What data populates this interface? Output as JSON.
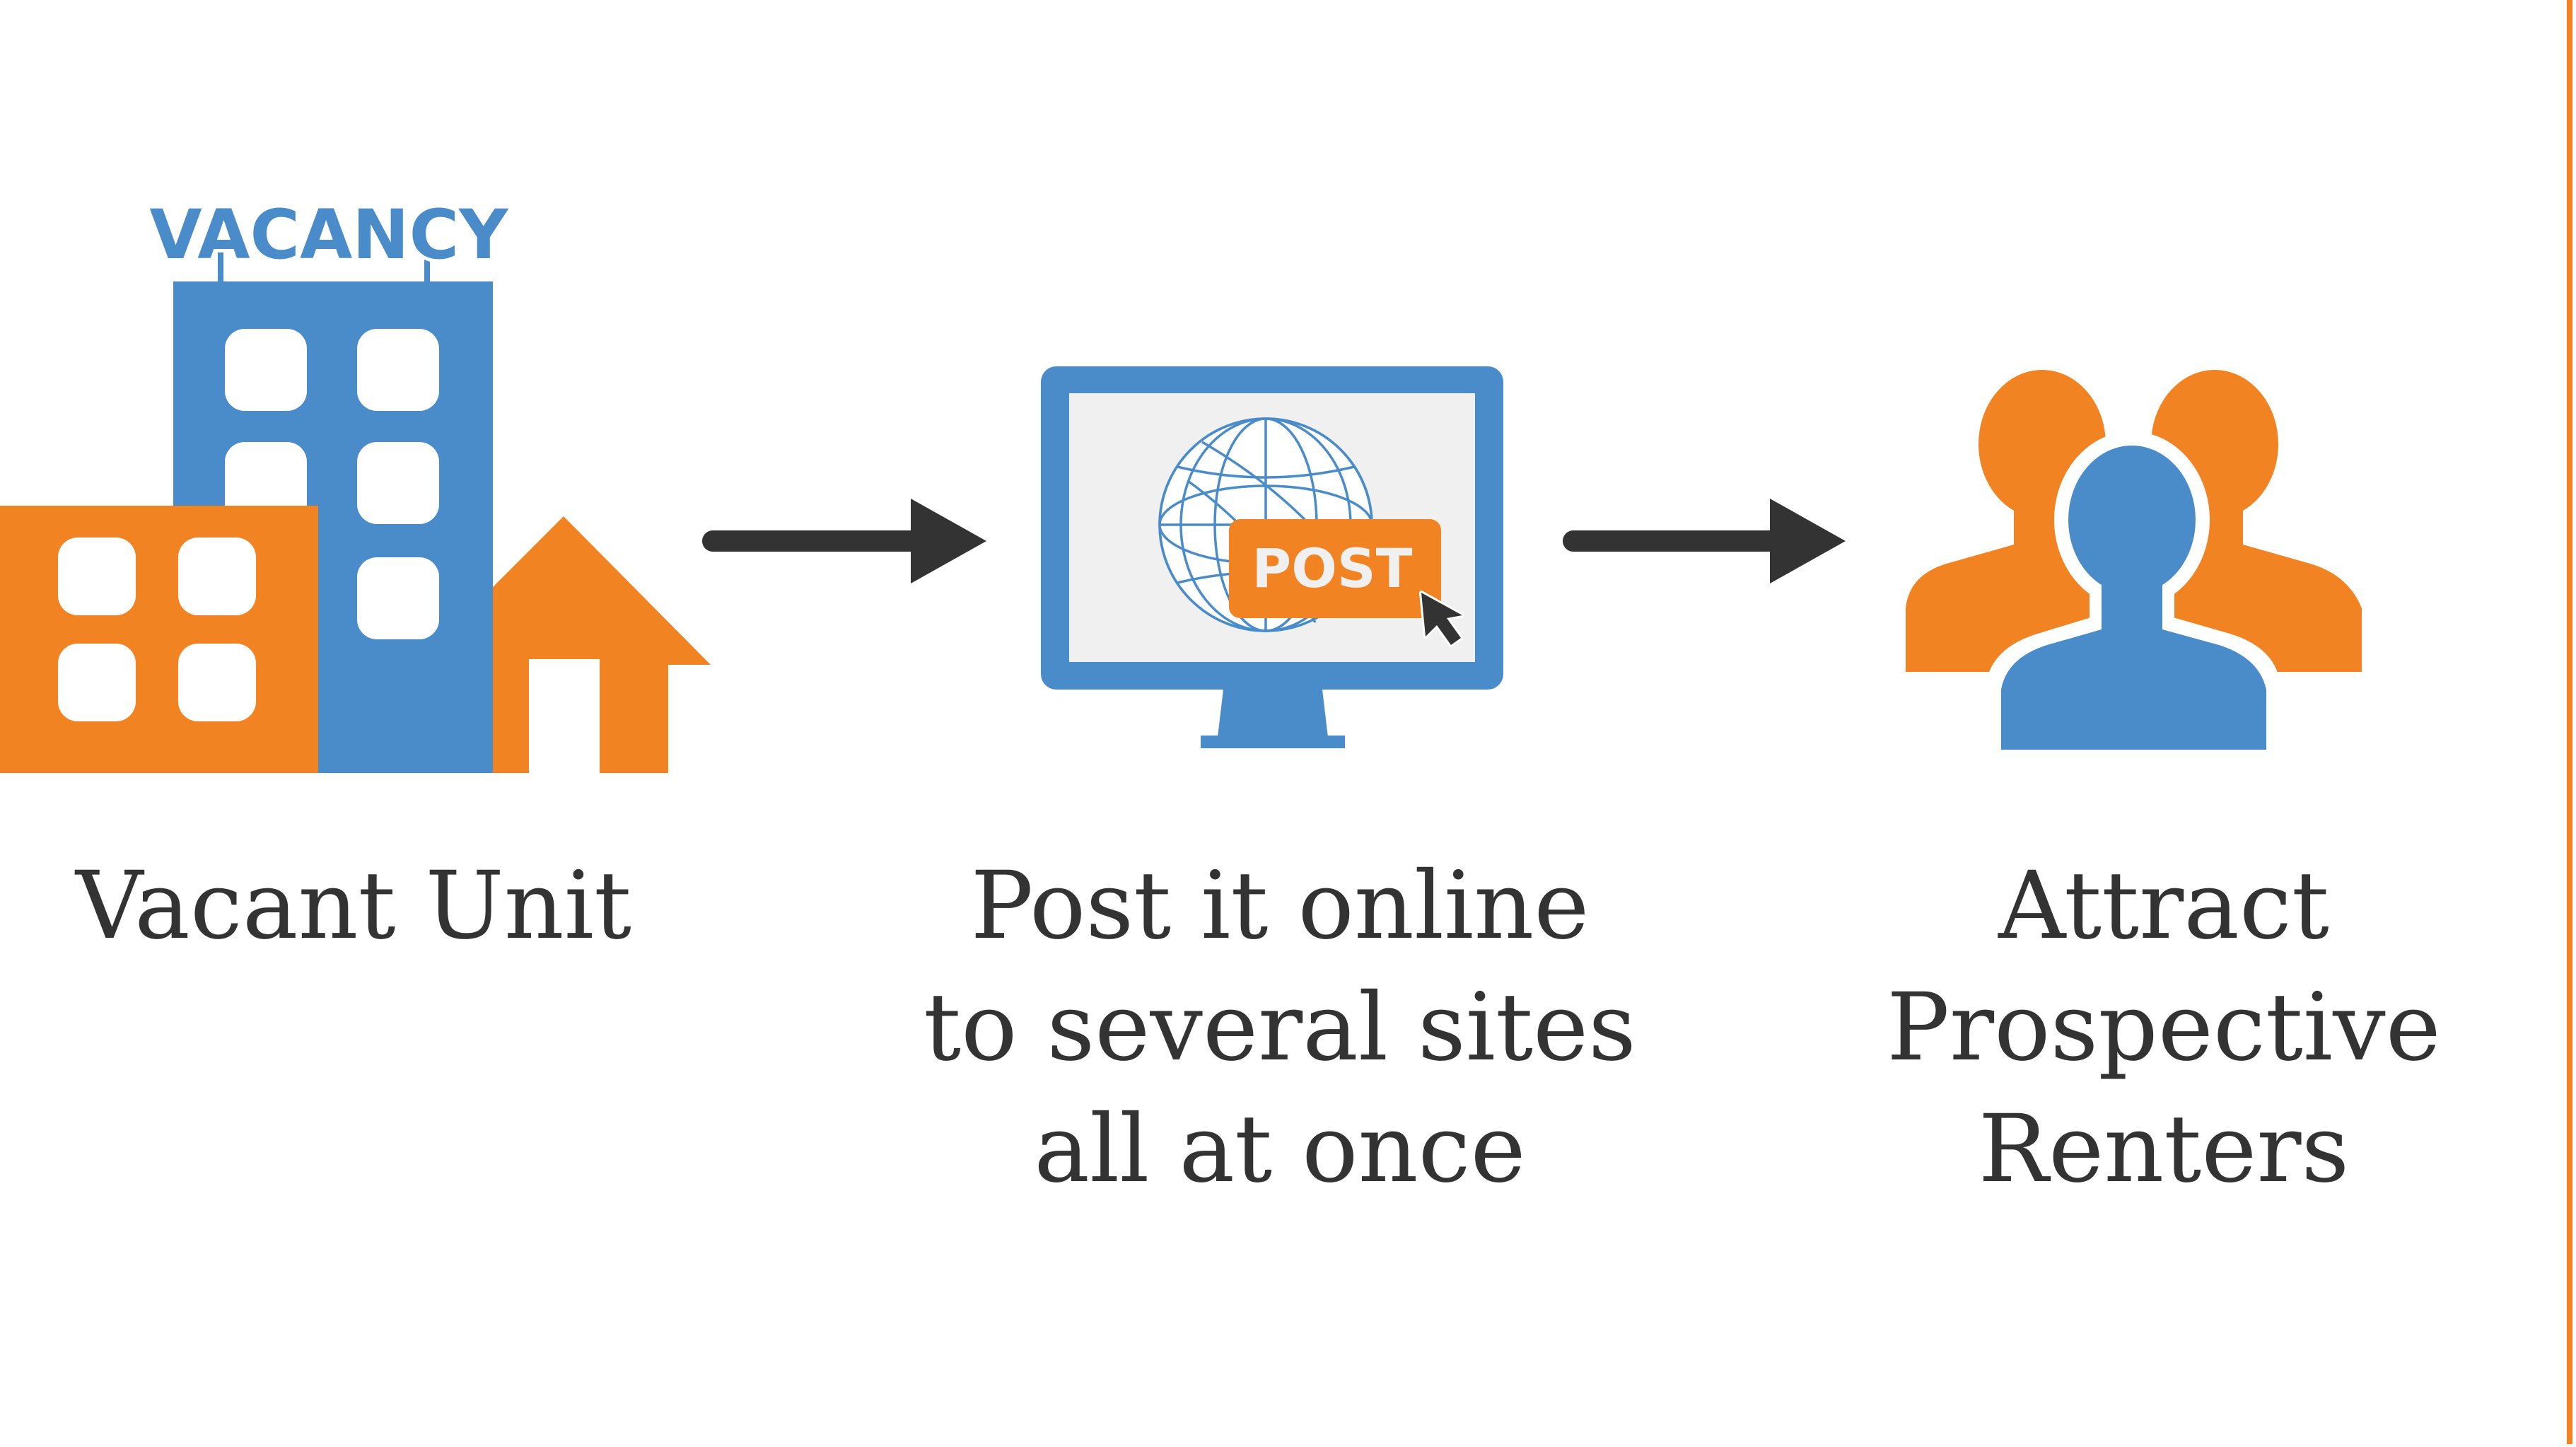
{
  "colors": {
    "orange": "#F28322",
    "blue": "#4A8BC9",
    "dark": "#333333",
    "screen": "#F0F0F0",
    "white": "#FFFFFF"
  },
  "steps": [
    {
      "icon": "building-icon",
      "sign_text": "VACANCY",
      "caption_lines": [
        "Vacant Unit"
      ]
    },
    {
      "icon": "computer-monitor-icon",
      "button_text": "POST",
      "caption_lines": [
        "Post it online",
        "to several sites",
        "all at once"
      ]
    },
    {
      "icon": "people-group-icon",
      "caption_lines": [
        "Attract",
        "Prospective",
        "Renters"
      ]
    }
  ],
  "arrows": [
    "arrow-right-icon",
    "arrow-right-icon"
  ]
}
